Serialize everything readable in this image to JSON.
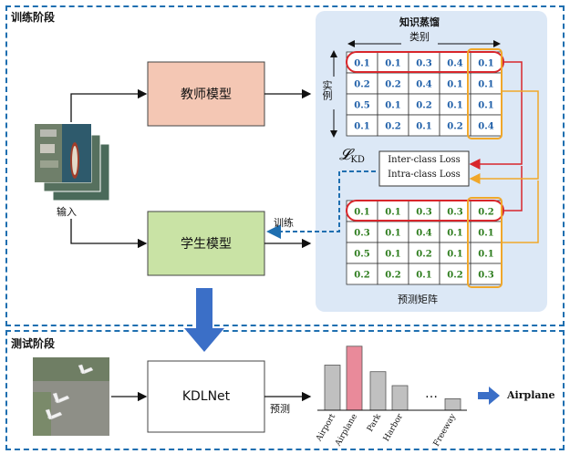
{
  "train": {
    "section_title": "训练阶段",
    "teacher_label": "教师模型",
    "student_label": "学生模型",
    "input_label": "输入",
    "train_arrow_label": "训练",
    "kd_title": "知识蒸馏",
    "category_label": "类别",
    "instance_label": "实例",
    "kd_symbol": "𝓛",
    "kd_subscript": "KD",
    "loss_lines": [
      "Inter-class Loss",
      "Intra-class Loss"
    ],
    "pred_matrix_label": "预测矩阵",
    "teacher_matrix": [
      [
        "0.1",
        "0.1",
        "0.3",
        "0.4",
        "0.1"
      ],
      [
        "0.2",
        "0.2",
        "0.4",
        "0.1",
        "0.1"
      ],
      [
        "0.5",
        "0.1",
        "0.2",
        "0.1",
        "0.1"
      ],
      [
        "0.1",
        "0.2",
        "0.1",
        "0.2",
        "0.4"
      ]
    ],
    "student_matrix": [
      [
        "0.1",
        "0.1",
        "0.3",
        "0.3",
        "0.2"
      ],
      [
        "0.3",
        "0.1",
        "0.4",
        "0.1",
        "0.1"
      ],
      [
        "0.5",
        "0.1",
        "0.2",
        "0.1",
        "0.1"
      ],
      [
        "0.2",
        "0.2",
        "0.1",
        "0.2",
        "0.3"
      ]
    ]
  },
  "test": {
    "section_title": "测试阶段",
    "model_label": "KDLNet",
    "predict_label": "预测",
    "ellipsis": "…",
    "result_label": "Airplane",
    "bar_chart": {
      "categories": [
        "Airport",
        "Airplane",
        "Park",
        "Harbor",
        "Freeway"
      ],
      "values": [
        0.55,
        0.78,
        0.47,
        0.3,
        0.14
      ],
      "highlight": "Airplane"
    }
  },
  "colors": {
    "dash_border": "#1f6fb0",
    "teacher_fill": "#f4c7b4",
    "student_fill": "#c9e3a5",
    "kd_panel": "#dce8f6",
    "teacher_cell_text": "#1f5fa8",
    "student_cell_text": "#2e7d1e",
    "red": "#d8262b",
    "orange": "#f0a72a",
    "blue_arrow": "#3b6fc7",
    "bar_gray": "#c0c0c0",
    "bar_pink": "#e98a9a"
  }
}
